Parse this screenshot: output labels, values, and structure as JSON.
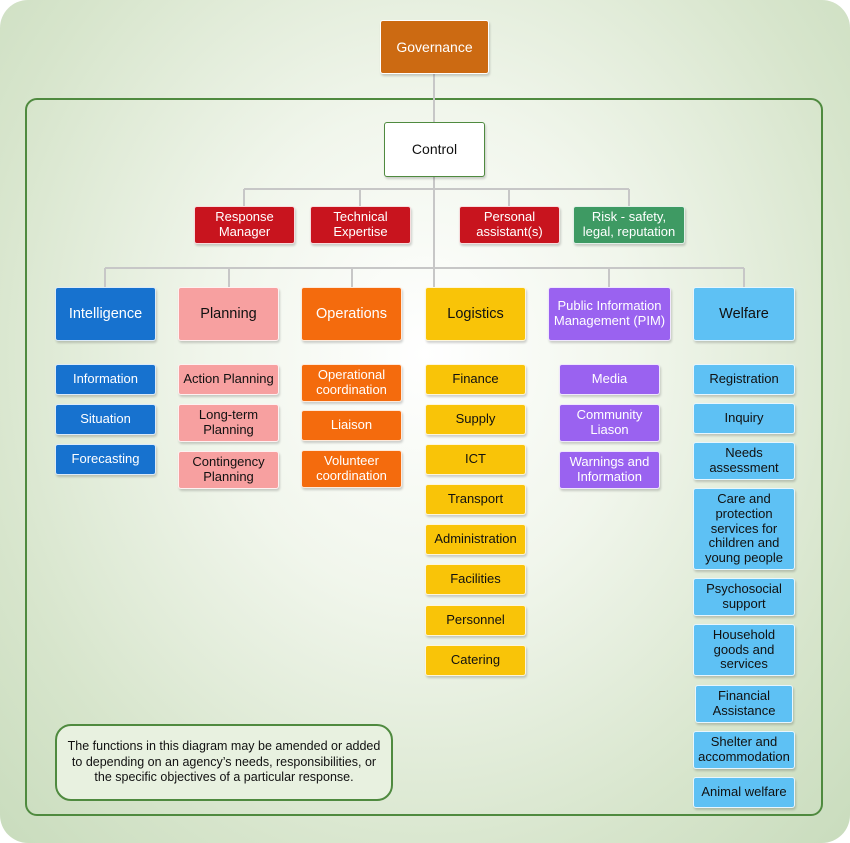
{
  "governance": "Governance",
  "control": "Control",
  "advisors": [
    "Response Manager",
    "Technical Expertise",
    "Personal assistant(s)",
    "Risk - safety, legal, reputation"
  ],
  "functions": [
    {
      "name": "Intelligence",
      "color": "#1772cf",
      "items": [
        "Information",
        "Situation",
        "Forecasting"
      ]
    },
    {
      "name": "Planning",
      "color": "#f7a0a0",
      "items": [
        "Action Planning",
        "Long-term Planning",
        "Contingency Planning"
      ]
    },
    {
      "name": "Operations",
      "color": "#f46b0d",
      "items": [
        "Operational coordination",
        "Liaison",
        "Volunteer coordination"
      ]
    },
    {
      "name": "Logistics",
      "color": "#f9c408",
      "items": [
        "Finance",
        "Supply",
        "ICT",
        "Transport",
        "Administration",
        "Facilities",
        "Personnel",
        "Catering"
      ]
    },
    {
      "name": "Public Information Management (PIM)",
      "color": "#9a62f0",
      "items": [
        "Media",
        "Community Liason",
        "Warnings and Information"
      ]
    },
    {
      "name": "Welfare",
      "color": "#5ec1f4",
      "items": [
        "Registration",
        "Inquiry",
        "Needs assessment",
        "Care and protection services for children and young people",
        "Psychosocial support",
        "Household goods and services",
        "Financial Assistance",
        "Shelter and accommodation",
        "Animal welfare"
      ]
    }
  ],
  "note": "The functions in this diagram may be amended or added to depending on an agency’s needs, responsibilities, or the specific objectives of a particular response."
}
